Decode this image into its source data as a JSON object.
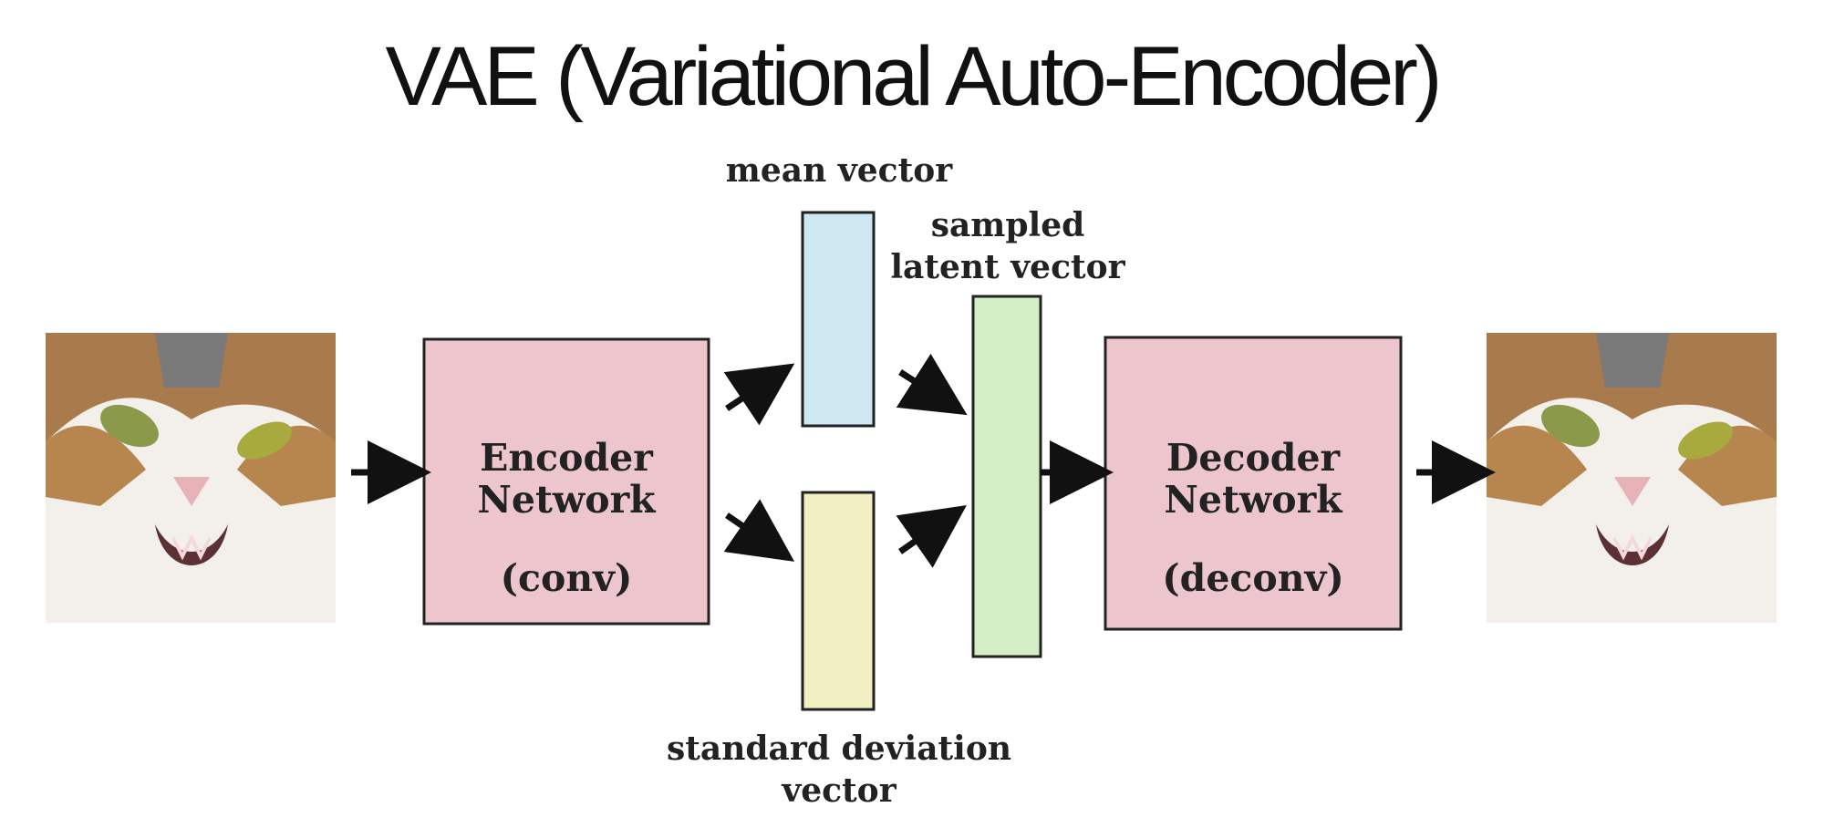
{
  "title": "VAE (Variational Auto-Encoder)",
  "encoder": {
    "line1": "Encoder",
    "line2": "Network",
    "sub": "(conv)"
  },
  "decoder": {
    "line1": "Decoder",
    "line2": "Network",
    "sub": "(deconv)"
  },
  "mean_vector": {
    "label": "mean vector"
  },
  "std_vector": {
    "line1": "standard deviation",
    "line2": "vector"
  },
  "latent_vector": {
    "line1": "sampled",
    "line2": "latent vector"
  },
  "colors": {
    "network_fill": "#ecc6cc",
    "mean_fill": "#cde8f1",
    "std_fill": "#f2efc3",
    "latent_fill": "#d3eec4",
    "stroke": "#222222",
    "cat_fur_brown": "#a97a4b",
    "cat_fur_white": "#f3f0ec",
    "cat_eye": "#8a9a4a",
    "cat_nose": "#e7b3b8"
  },
  "icons": {
    "input_image": "cat-face-image",
    "output_image": "cat-face-image",
    "arrow": "arrow-right-icon"
  }
}
